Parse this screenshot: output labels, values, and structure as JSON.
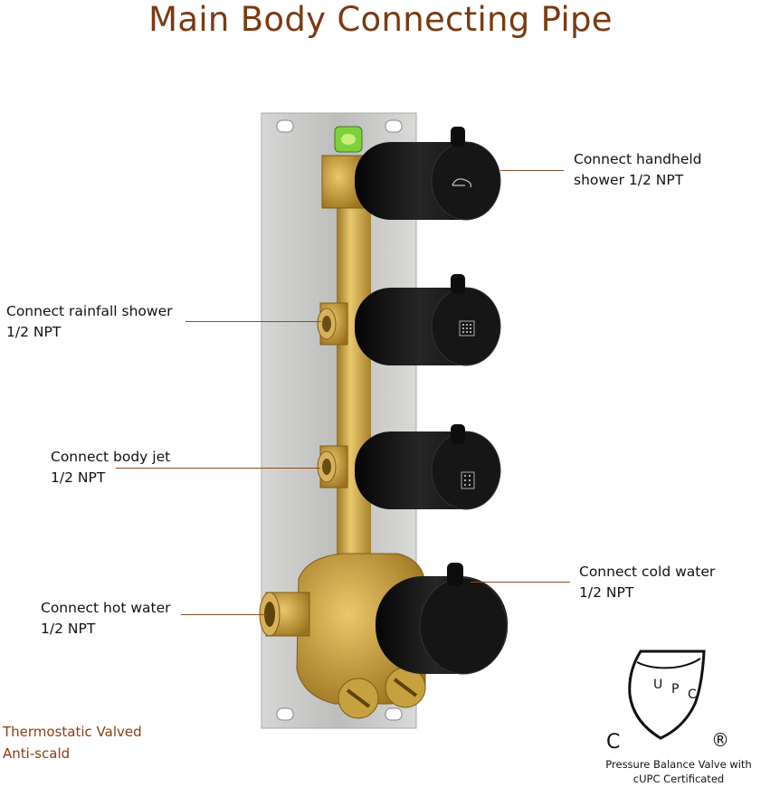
{
  "title": "Main Body Connecting Pipe",
  "labels": {
    "handheld": [
      "Connect handheld",
      "shower 1/2 NPT"
    ],
    "rainfall": [
      "Connect rainfall shower",
      "1/2 NPT"
    ],
    "body_jet": [
      "Connect body jet",
      "1/2 NPT"
    ],
    "cold": [
      "Connect cold water",
      "1/2 NPT"
    ],
    "hot": [
      "Connect hot water",
      "1/2 NPT"
    ]
  },
  "note": [
    "Thermostatic Valved",
    "Anti-scald"
  ],
  "certification": {
    "shield_letters": [
      "U",
      "P",
      "C"
    ],
    "c_mark": "C",
    "registered_mark": "®",
    "caption": [
      "Pressure Balance Valve with",
      "cUPC Certificated"
    ]
  },
  "colors": {
    "title": "#7b3a12",
    "leader": "#8b4a26",
    "brass": "#c9a24a",
    "plate": "#c8c8c6",
    "handle": "#141414",
    "level": "#7fd13b"
  },
  "icons": [
    "handheld-shower-icon",
    "rainfall-shower-icon",
    "body-jet-icon"
  ]
}
